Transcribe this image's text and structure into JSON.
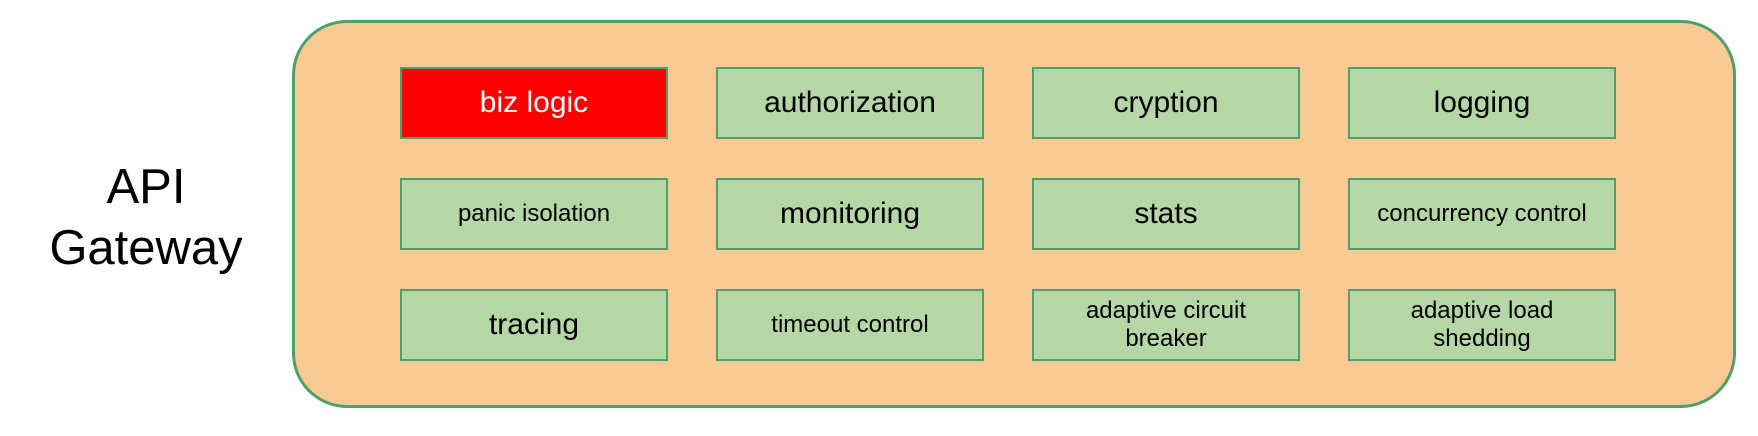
{
  "gateway": {
    "title_lines": [
      "API",
      "Gateway"
    ],
    "boxes": [
      {
        "label": "biz logic",
        "style": "highlight",
        "text_size": "large"
      },
      {
        "label": "authorization",
        "style": "normal",
        "text_size": "large"
      },
      {
        "label": "cryption",
        "style": "normal",
        "text_size": "large"
      },
      {
        "label": "logging",
        "style": "normal",
        "text_size": "large"
      },
      {
        "label": "panic isolation",
        "style": "normal",
        "text_size": "small"
      },
      {
        "label": "monitoring",
        "style": "normal",
        "text_size": "large"
      },
      {
        "label": "stats",
        "style": "normal",
        "text_size": "large"
      },
      {
        "label": "concurrency control",
        "style": "normal",
        "text_size": "small"
      },
      {
        "label": "tracing",
        "style": "normal",
        "text_size": "large"
      },
      {
        "label": "timeout control",
        "style": "normal",
        "text_size": "small"
      },
      {
        "label": "adaptive circuit breaker",
        "style": "normal",
        "text_size": "small"
      },
      {
        "label": "adaptive load shedding",
        "style": "normal",
        "text_size": "small"
      }
    ],
    "colors": {
      "container_fill": "#FBCA94",
      "container_border": "#4DA06A",
      "box_fill": "#B5D7A6",
      "box_border": "#4DA06A",
      "highlight_fill": "#FF0000",
      "highlight_text": "#FFFFFF",
      "text": "#000000",
      "background": "#FFFFFF"
    }
  }
}
